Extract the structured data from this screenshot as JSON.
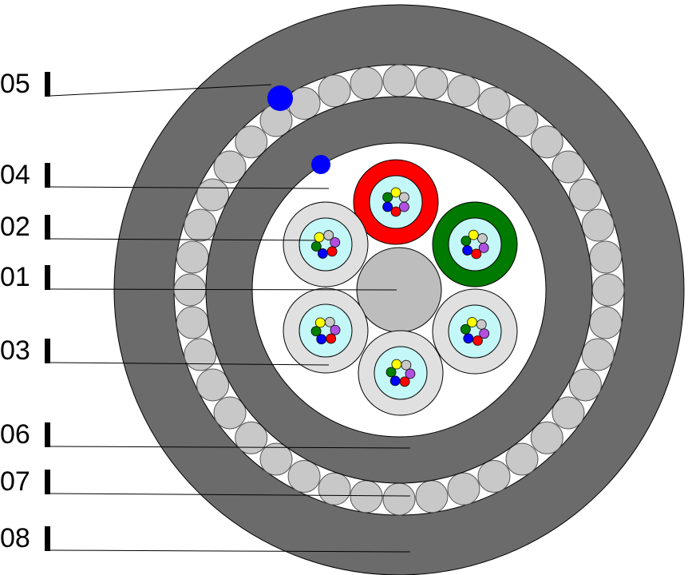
{
  "labels": {
    "l05": "05",
    "l04": "04",
    "l02": "02",
    "l01": "01",
    "l03": "03",
    "l06": "06",
    "l07": "07",
    "l08": "08"
  },
  "colors": {
    "outer_sheath": "#6b6b6b",
    "armor_wire": "#c8c8c8",
    "inner_sheath": "#6b6b6b",
    "core_bg": "#ffffff",
    "central_member": "#bdbdbd",
    "tube_outer_grey": "#e0e0e0",
    "tube_red": "#ff0000",
    "tube_green": "#007a00",
    "tube_inner": "#c4f7f7",
    "ripcord": "#0000ff",
    "line": "#000000"
  },
  "fiber_colors": [
    "#ffff00",
    "#c8c8c8",
    "#b050e0",
    "#ff0000",
    "#0000ff",
    "#008000"
  ],
  "tubes": [
    {
      "name": "tube-top",
      "color": "red"
    },
    {
      "name": "tube-top-right",
      "color": "green"
    },
    {
      "name": "tube-bottom-right",
      "color": "grey"
    },
    {
      "name": "tube-bottom",
      "color": "grey"
    },
    {
      "name": "tube-bottom-left",
      "color": "grey"
    },
    {
      "name": "tube-top-left",
      "color": "grey"
    }
  ]
}
